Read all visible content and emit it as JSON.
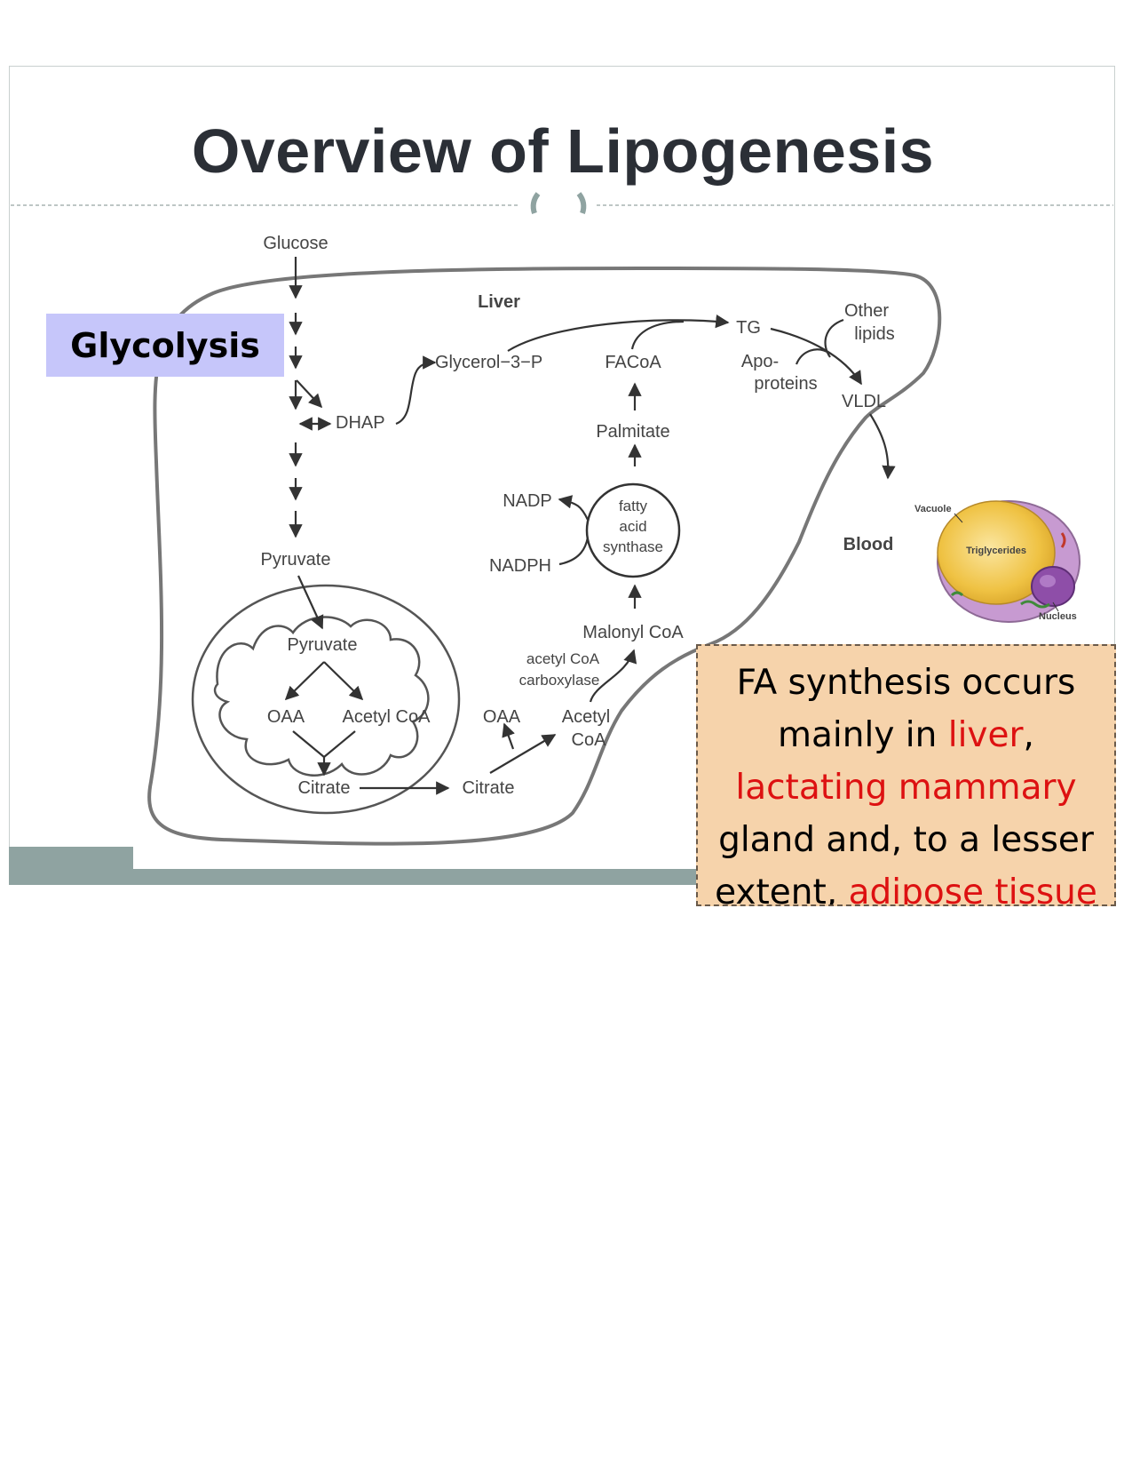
{
  "slide": {
    "title": "Overview of Lipogenesis"
  },
  "diagram": {
    "organ_label": "Liver",
    "blood_label": "Blood",
    "glycolysis_label": "Glycolysis",
    "nodes": {
      "glucose": "Glucose",
      "dhap": "DHAP",
      "glycerol_3_p": "Glycerol−3−P",
      "facoa": "FACoA",
      "tg": "TG",
      "other": "Other",
      "lipids": "lipids",
      "apo": "Apo-",
      "proteins": "proteins",
      "vldl": "VLDL",
      "palmitate": "Palmitate",
      "nadp": "NADP",
      "nadph": "NADPH",
      "fas_line1": "fatty",
      "fas_line2": "acid",
      "fas_line3": "synthase",
      "pyruvate_cyto": "Pyruvate",
      "pyruvate_mito": "Pyruvate",
      "oaa_mito": "OAA",
      "acetyl_coa_mito": "Acetyl CoA",
      "citrate_mito": "Citrate",
      "citrate_cyto": "Citrate",
      "oaa_cyto": "OAA",
      "acetyl_cyto_1": "Acetyl",
      "acetyl_cyto_2": "CoA",
      "malonyl_coa": "Malonyl CoA",
      "acc_line1": "acetyl CoA",
      "acc_line2": "carboxylase"
    },
    "adipocyte": {
      "vacuole": "Vacuole",
      "triglycerides": "Triglycerides",
      "nucleus": "Nucleus"
    }
  },
  "note": {
    "line1": "FA synthesis occurs",
    "line2a": "mainly in ",
    "line2b": "liver",
    "line2c": ",",
    "line3": "lactating mammary",
    "line4": "gland and, to a lesser",
    "line5a": "extent, ",
    "line5b": "adipose tissue"
  },
  "colors": {
    "title": "#2b2f36",
    "glycolysis_bg": "#c6c6fa",
    "note_bg": "#f6d3ab",
    "highlight_red": "#dd1111",
    "footer_bar": "#8fa3a1",
    "adipocyte_fill": "#f0c94a",
    "adipocyte_membrane": "#c79ad1",
    "nucleus": "#8e4ea8"
  }
}
